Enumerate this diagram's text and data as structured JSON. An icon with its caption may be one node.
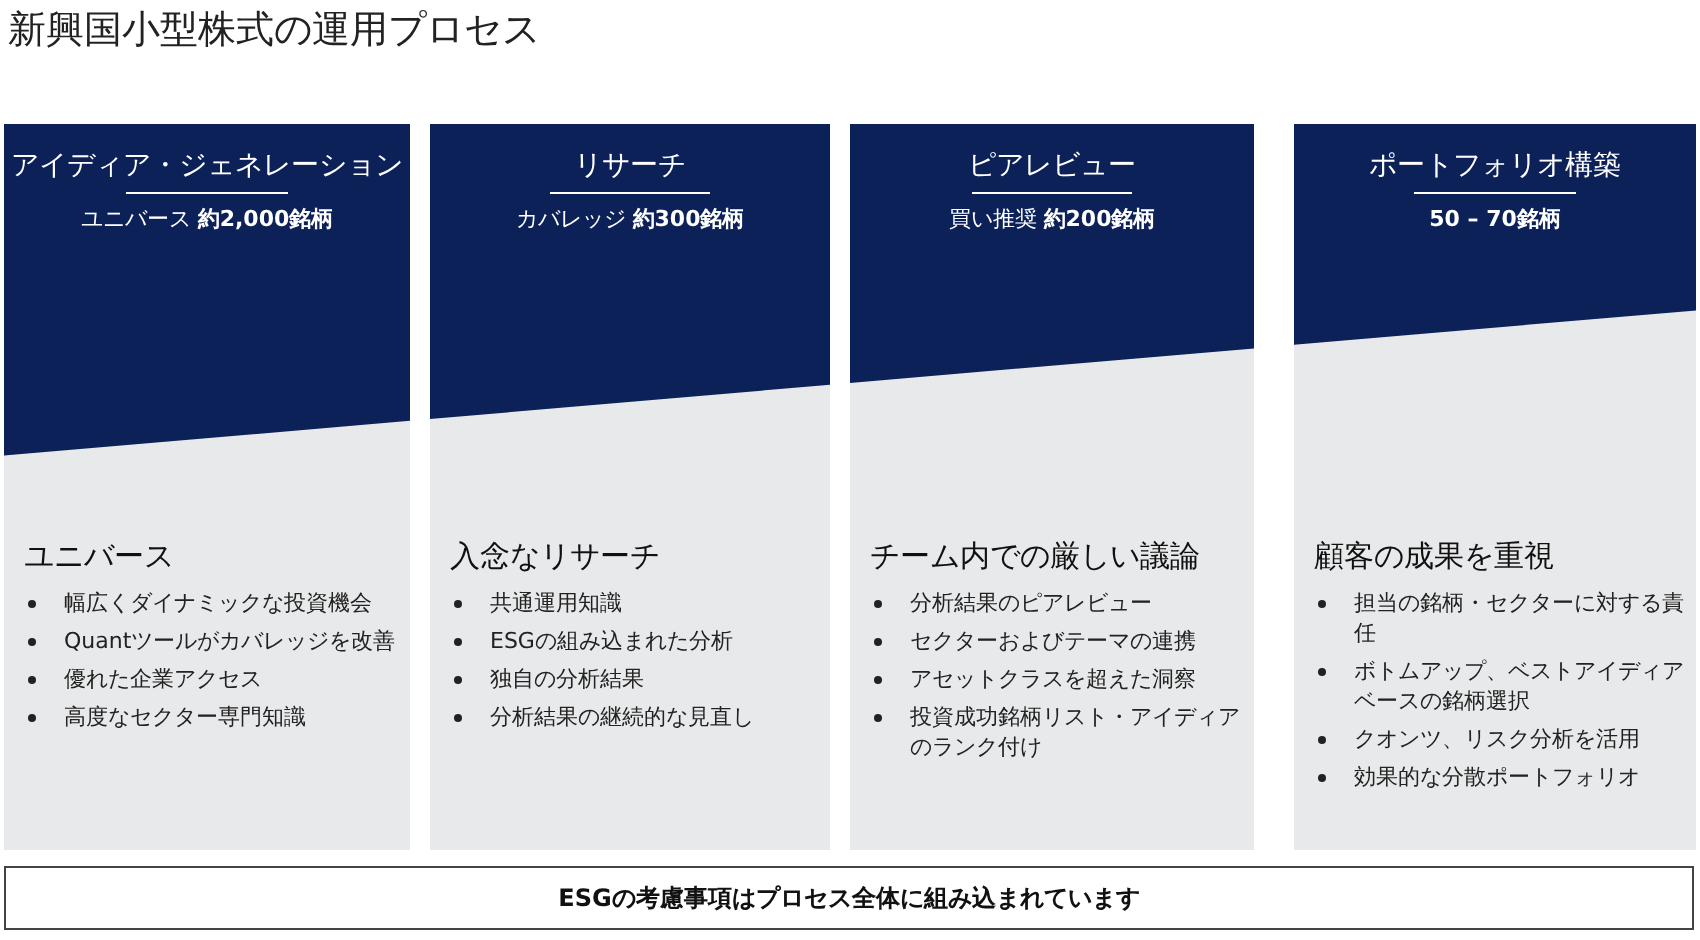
{
  "diagram": {
    "title": "新興国小型株式の運用プロセス",
    "nodes": [
      {
        "text": [
          "アイディア・ジェネレーション",
          "ユニバース **約2,000銘柄**",
          "ユニバース",
          "幅広くダイナミックな投資機会",
          "Quantツールがカバレッジを改善",
          "優れた企業アクセス",
          "高度なセクター専門知識"
        ]
      },
      {
        "text": [
          "リサーチ",
          "カバレッジ **約300銘柄**",
          "入念なリサーチ",
          "共通運用知識",
          "ESGの組み込まれた分析",
          "独自の分析結果",
          "分析結果の継続的な見直し"
        ]
      },
      {
        "text": [
          "ピアレビュー",
          "買い推奨 **約200銘柄**",
          "チーム内での厳しい議論",
          "分析結果のピアレビュー",
          "セクターおよびテーマの連携",
          "アセットクラスを超えた洞察",
          "投資成功銘柄リスト・アイディアのランク付け"
        ]
      },
      {
        "text": [
          "ポートフォリオ構築",
          "**50 – 70銘柄**",
          "顧客の成果を重視",
          "担当の銘柄・セクターに対する責任",
          "ボトムアップ、ベストアイディアベースの銘柄選択",
          "クオンツ、リスク分析を活用",
          "効果的な分散ポートフォリオ"
        ]
      },
      {
        "text": [
          "ESGの考慮事項はプロセス全体に組み込まれています"
        ]
      }
    ]
  }
}
